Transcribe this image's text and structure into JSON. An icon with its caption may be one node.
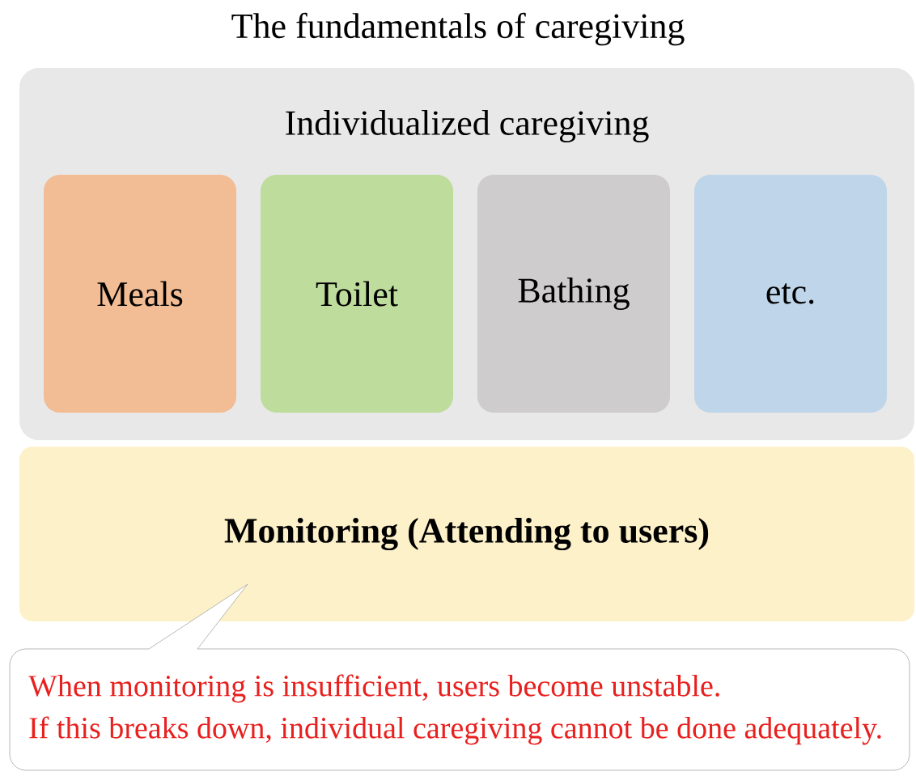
{
  "diagram": {
    "title": "The fundamentals of caregiving",
    "nodes": [
      {
        "text": [
          "Individualized caregiving"
        ]
      },
      {
        "text": [
          "Meals"
        ],
        "in": 0
      },
      {
        "text": [
          "Toilet"
        ],
        "in": 0
      },
      {
        "text": [
          "Bathing"
        ],
        "in": 0
      },
      {
        "text": [
          "etc."
        ],
        "in": 0
      },
      {
        "text": [
          "Monitoring  (Attending to users)"
        ]
      },
      {
        "text": [
          "When monitoring is insufficient, users become unstable.",
          "If this breaks down, individual caregiving cannot be done adequately."
        ]
      }
    ]
  }
}
